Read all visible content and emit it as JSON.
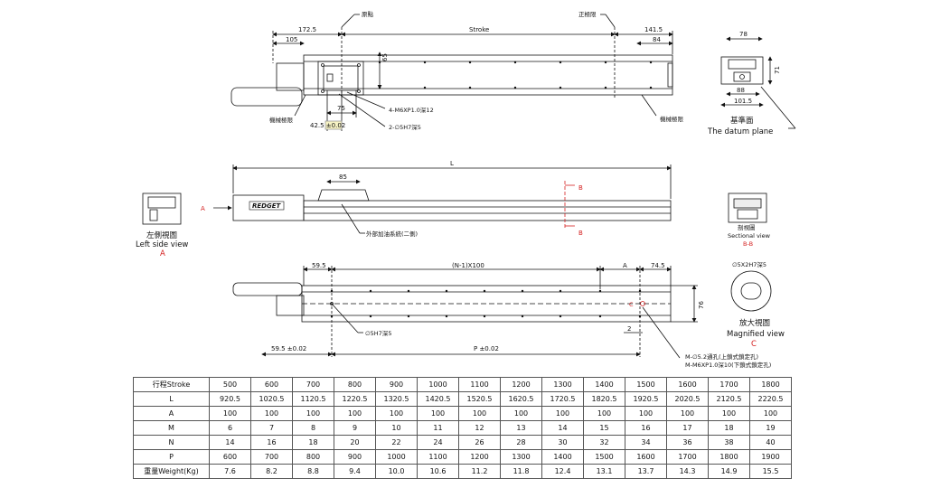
{
  "top_view": {
    "dims": {
      "d172_5": "172.5",
      "d105": "105",
      "stroke": "Stroke",
      "d141_5": "141.5",
      "d84": "84",
      "d65": "65",
      "d75": "75",
      "d42_5": "42.5 ±0.02"
    },
    "labels": {
      "origin": "原點",
      "pos_limit": "正極限",
      "mech_limit_left": "機械極限",
      "mech_limit_right": "機械極限",
      "m6_thread": "4-M6XP1.0深12",
      "pin_hole": "2-∅5H7深5"
    }
  },
  "end_view_top": {
    "dims": {
      "w78": "78",
      "h71": "71",
      "w88": "88",
      "w101_5": "101.5"
    },
    "datum_cn": "基準面",
    "datum_en": "The datum plane"
  },
  "side_view": {
    "dims": {
      "L": "L",
      "d85": "85"
    },
    "arrow_a": "A",
    "sec_b_top": "B",
    "sec_b_bottom": "B",
    "grease": "外部加油系統(二側)",
    "brand": "REDGET"
  },
  "left_side_view": {
    "cn": "左側視圖",
    "en": "Left side view",
    "tag": "A"
  },
  "sectional_view": {
    "cn": "剖視圖",
    "en": "Sectional view",
    "tag": "B-B"
  },
  "bottom_view": {
    "dims": {
      "d59_5": "59.5",
      "n1x100": "(N-1)X100",
      "dA": "A",
      "d74_5": "74.5",
      "d76": "76",
      "d2": "2",
      "d59_5tol": "59.5 ±0.02",
      "ptol": "P ±0.02"
    },
    "labels": {
      "hole5": "∅5H7深5",
      "slot": "∅5X2H7深5",
      "m_holes_1": "M-∅5.2通孔(上鎖式鎖定孔)",
      "m_holes_2": "M-M6XP1.0深10(下鎖式鎖定孔)",
      "c_mark": "C"
    }
  },
  "magnified_view": {
    "cn": "放大視圖",
    "en": "Magnified view",
    "tag": "C"
  },
  "table": {
    "headers": [
      "行程Stroke",
      "500",
      "600",
      "700",
      "800",
      "900",
      "1000",
      "1100",
      "1200",
      "1300",
      "1400",
      "1500",
      "1600",
      "1700",
      "1800"
    ],
    "rows": [
      [
        "L",
        "920.5",
        "1020.5",
        "1120.5",
        "1220.5",
        "1320.5",
        "1420.5",
        "1520.5",
        "1620.5",
        "1720.5",
        "1820.5",
        "1920.5",
        "2020.5",
        "2120.5",
        "2220.5"
      ],
      [
        "A",
        "100",
        "100",
        "100",
        "100",
        "100",
        "100",
        "100",
        "100",
        "100",
        "100",
        "100",
        "100",
        "100",
        "100"
      ],
      [
        "M",
        "6",
        "7",
        "8",
        "9",
        "10",
        "11",
        "12",
        "13",
        "14",
        "15",
        "16",
        "17",
        "18",
        "19"
      ],
      [
        "N",
        "14",
        "16",
        "18",
        "20",
        "22",
        "24",
        "26",
        "28",
        "30",
        "32",
        "34",
        "36",
        "38",
        "40"
      ],
      [
        "P",
        "600",
        "700",
        "800",
        "900",
        "1000",
        "1100",
        "1200",
        "1300",
        "1400",
        "1500",
        "1600",
        "1700",
        "1800",
        "1900"
      ],
      [
        "重量Weight(Kg)",
        "7.6",
        "8.2",
        "8.8",
        "9.4",
        "10.0",
        "10.6",
        "11.2",
        "11.8",
        "12.4",
        "13.1",
        "13.7",
        "14.3",
        "14.9",
        "15.5"
      ]
    ]
  }
}
